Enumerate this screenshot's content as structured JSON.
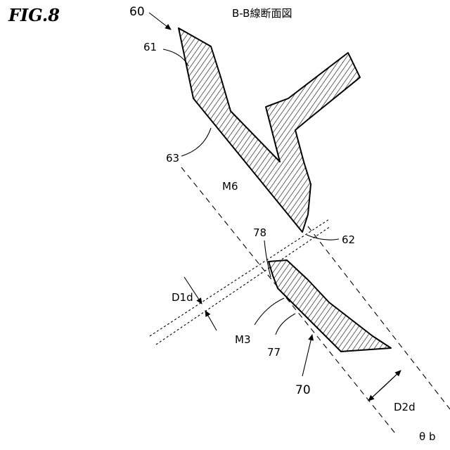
{
  "figure": {
    "title": "FIG.8",
    "section_title": "B-B線断面図"
  },
  "labels": {
    "l60": "60",
    "l61": "61",
    "l62": "62",
    "l63": "63",
    "m6": "M6",
    "l78": "78",
    "d1d": "D1d",
    "m3": "M3",
    "l77": "77",
    "l70": "70",
    "d2d": "D2d",
    "theta_b": "θ b"
  }
}
